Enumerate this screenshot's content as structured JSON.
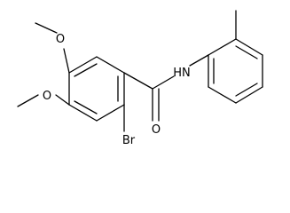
{
  "molecule": {
    "atoms": {
      "br": "Br",
      "o_carbonyl": "O",
      "nh": "HN",
      "o_upper": "O",
      "o_lower": "O"
    },
    "colors": {
      "bond": "#000000",
      "label": "#000000",
      "background": "#ffffff"
    }
  }
}
